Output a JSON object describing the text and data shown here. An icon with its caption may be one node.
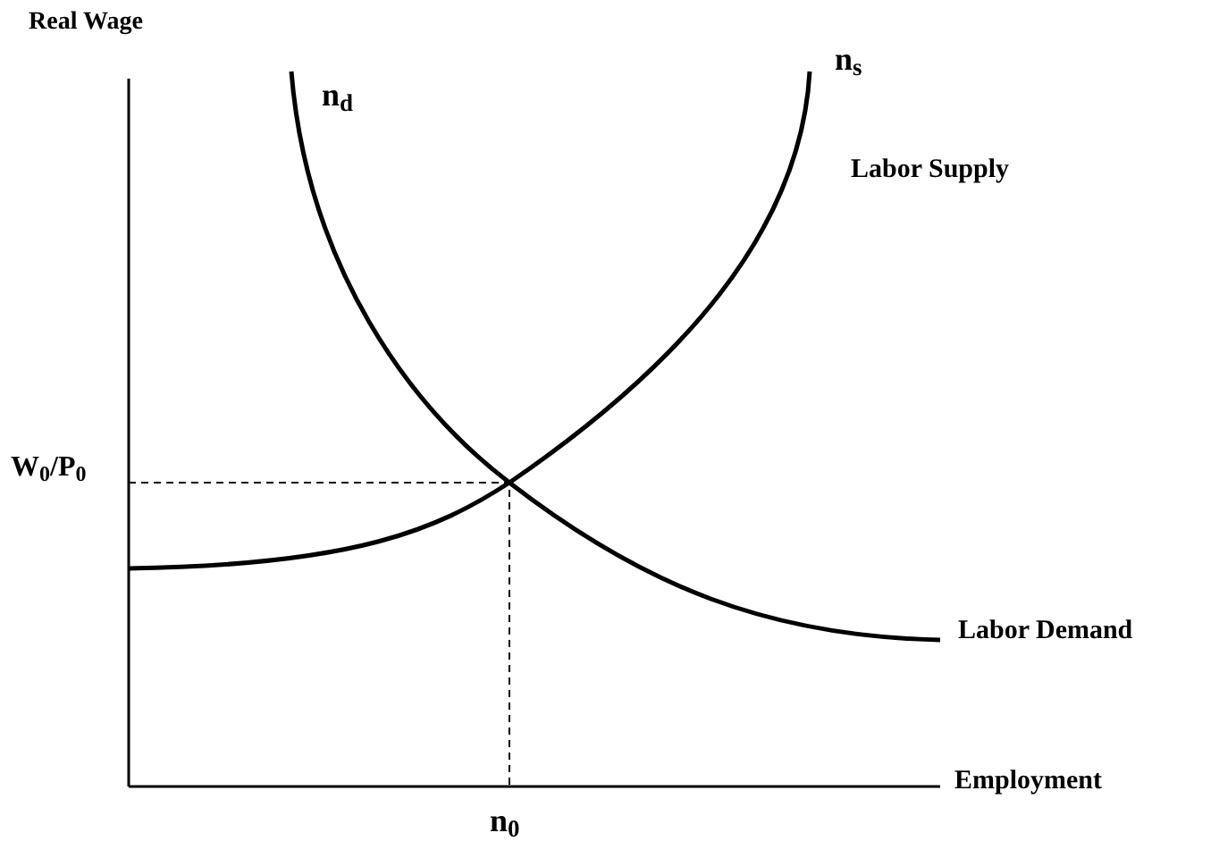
{
  "diagram": {
    "labels": [
      "Real Wage",
      "n$_{d}$",
      "n$_{s}$",
      "Labor Supply",
      "W$_{0}$/P$_{0}$",
      "Labor Demand",
      "Employment",
      "n$_{0}$"
    ]
  }
}
